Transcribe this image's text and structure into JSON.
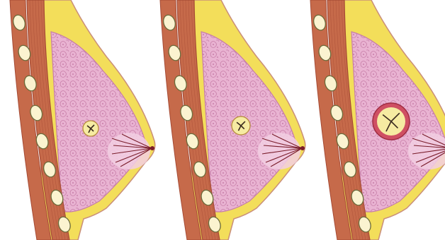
{
  "colors": {
    "background": "#ffffff",
    "skin": "#f4cdb7",
    "skin_line": "#c98f79",
    "fat_yellow": "#f3de5a",
    "muscle": "#c66a4a",
    "muscle_dark": "#a54a34",
    "rib_fill": "#fbf3d0",
    "rib_outline": "#6a6a3a",
    "gland": "#e9b3d2",
    "gland_outline": "#c77ea8",
    "areola_pink": "#f2cfe3",
    "duct": "#7a1d2b",
    "tumor_ring": "#cf4f63",
    "tumor_fill": "#f6eba2",
    "tumor_core": "#3a2a1e"
  },
  "panels": [
    {
      "stage": "small"
    },
    {
      "stage": "medium"
    },
    {
      "stage": "large"
    }
  ]
}
